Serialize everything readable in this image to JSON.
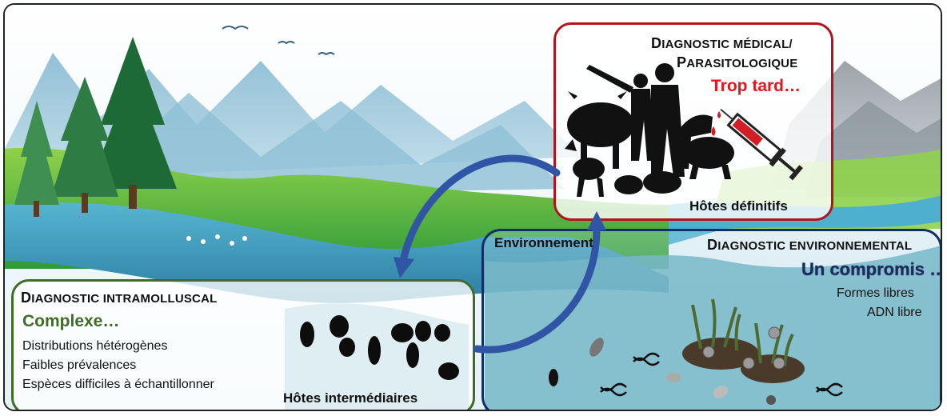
{
  "medical": {
    "title_line1_cap": "D",
    "title_line1_rest": "IAGNOSTIC MÉDICAL/",
    "title_line2_cap": "P",
    "title_line2_rest": "ARASITOLOGIQUE",
    "status": "Trop tard…",
    "hosts_label": "Hôtes définitifs"
  },
  "environmental": {
    "title_cap": "D",
    "title_rest": "IAGNOSTIC ENVIRONNEMENTAL",
    "status": "Un compromis …",
    "items": [
      "Formes libres",
      "ADN libre"
    ],
    "environment_label": "Environnement"
  },
  "intramolluscal": {
    "title_cap": "D",
    "title_rest": "IAGNOSTIC INTRAMOLLUSCAL",
    "status": "Complexe…",
    "items": [
      "Distributions hétérogènes",
      "Faibles prévalences",
      "Espèces difficiles à échantillonner"
    ],
    "hosts_label": "Hôtes intermédiaires"
  },
  "colors": {
    "medical_border": "#b0141c",
    "environmental_border": "#132f6b",
    "intramolluscal_border": "#3f6d25",
    "cycle_arrow": "#2f55a4"
  },
  "icons": [
    "mountain-landscape",
    "river",
    "trees",
    "birds",
    "animal-human-silhouettes",
    "syringe-icon",
    "snail-shells",
    "dna-icon",
    "aquatic-plants",
    "cycle-arrows"
  ]
}
